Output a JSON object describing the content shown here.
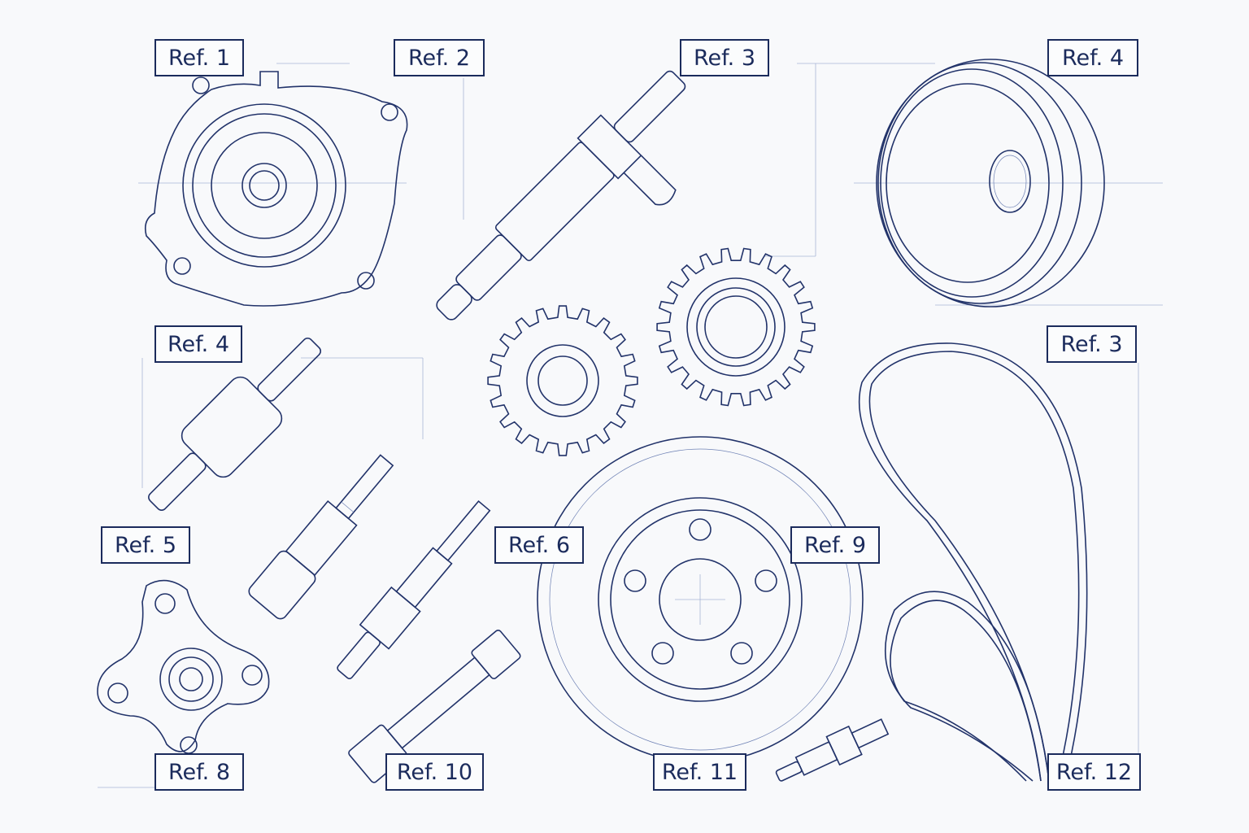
{
  "colors": {
    "ink": "#1b2b5c",
    "background": "#f8f9fb",
    "construction": "#a7b4d6"
  },
  "labels": [
    "Ref. 1",
    "Ref. 2",
    "Ref. 3",
    "Ref. 4",
    "Ref. 4",
    "Ref. 3",
    "Ref. 5",
    "Ref. 6",
    "Ref. 9",
    "Ref. 8",
    "Ref. 10",
    "Ref. 11",
    "Ref. 12"
  ]
}
